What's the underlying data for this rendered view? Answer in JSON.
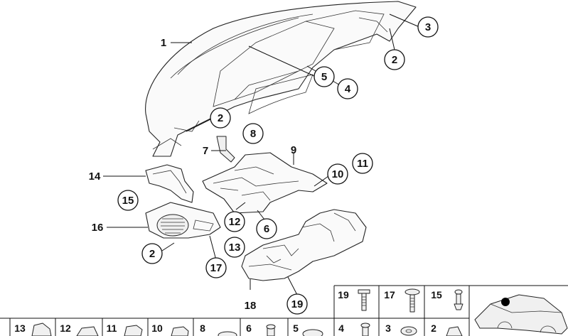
{
  "callouts": [
    {
      "id": "c1",
      "num": "1"
    },
    {
      "id": "c2a",
      "num": "2"
    },
    {
      "id": "c3",
      "num": "3"
    },
    {
      "id": "c2b",
      "num": "2"
    },
    {
      "id": "c5",
      "num": "5"
    },
    {
      "id": "c4",
      "num": "4"
    },
    {
      "id": "c2c",
      "num": "2"
    },
    {
      "id": "c8",
      "num": "8"
    },
    {
      "id": "c7",
      "num": "7"
    },
    {
      "id": "c9",
      "num": "9"
    },
    {
      "id": "c11",
      "num": "11"
    },
    {
      "id": "c10",
      "num": "10"
    },
    {
      "id": "c14",
      "num": "14"
    },
    {
      "id": "c15",
      "num": "15"
    },
    {
      "id": "c16",
      "num": "16"
    },
    {
      "id": "c12",
      "num": "12"
    },
    {
      "id": "c6",
      "num": "6"
    },
    {
      "id": "c13",
      "num": "13"
    },
    {
      "id": "c2d",
      "num": "2"
    },
    {
      "id": "c17",
      "num": "17"
    },
    {
      "id": "c18",
      "num": "18"
    },
    {
      "id": "c19",
      "num": "19"
    }
  ],
  "fastener_grid": {
    "top_row": [
      "19",
      "17",
      "15"
    ],
    "bottom_row": [
      "13",
      "12",
      "11",
      "10",
      "8",
      "6",
      "5",
      "4",
      "3",
      "2"
    ]
  },
  "car_thumbnail": {
    "marker_color": "#000000",
    "icon": "car-location-icon"
  }
}
